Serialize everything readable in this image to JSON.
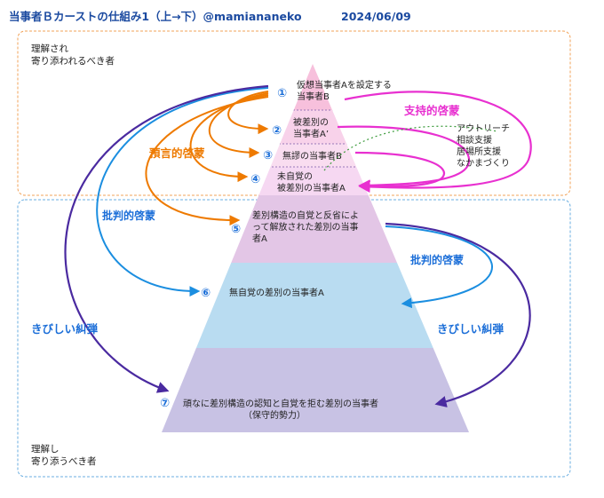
{
  "header": {
    "title": "当事者Ｂカーストの仕組み1（上→下）@mamiananeko",
    "date": "2024/06/09"
  },
  "regions": {
    "top_label_1": "理解され",
    "top_label_2": "寄り添われるべき者",
    "bottom_label_1": "理解し",
    "bottom_label_2": "寄り添うべき者"
  },
  "levels": [
    {
      "num": "①",
      "lines": [
        "仮想当事者Aを設定する",
        "当事者B"
      ]
    },
    {
      "num": "②",
      "lines": [
        "被差別の",
        "当事者A’"
      ]
    },
    {
      "num": "③",
      "lines": [
        "無謬の当事者B"
      ]
    },
    {
      "num": "④",
      "lines": [
        "未自覚の",
        "被差別の当事者A"
      ]
    },
    {
      "num": "⑤",
      "lines": [
        "差別構造の自覚と反省によ",
        "って解放された差別の当事",
        "者A"
      ]
    },
    {
      "num": "⑥",
      "lines": [
        "無自覚の差別の当事者A"
      ]
    },
    {
      "num": "⑦",
      "lines": [
        "頑なに差別構造の認知と自覚を拒む差別の当事者",
        "（保守的勢力）"
      ]
    }
  ],
  "arrow_labels": {
    "predictive": "預言的啓蒙",
    "supportive": "支持的啓蒙",
    "critical_left": "批判的啓蒙",
    "critical_right": "批判的啓蒙",
    "harsh_left": "きびしい糾弾",
    "harsh_right": "きびしい糾弾"
  },
  "outreach": [
    "アウトリーチ",
    "相談支援",
    "居場所支援",
    "なかまづくり"
  ],
  "colors": {
    "orange": "#ee7a00",
    "magenta": "#e830d0",
    "blue": "#1b8ee0",
    "purple": "#4a2aa0",
    "green_dotted": "#3a9a3a",
    "box_orange": "#f2a35a",
    "box_blue": "#6aaee0",
    "title_blue": "#1b4aa0"
  }
}
